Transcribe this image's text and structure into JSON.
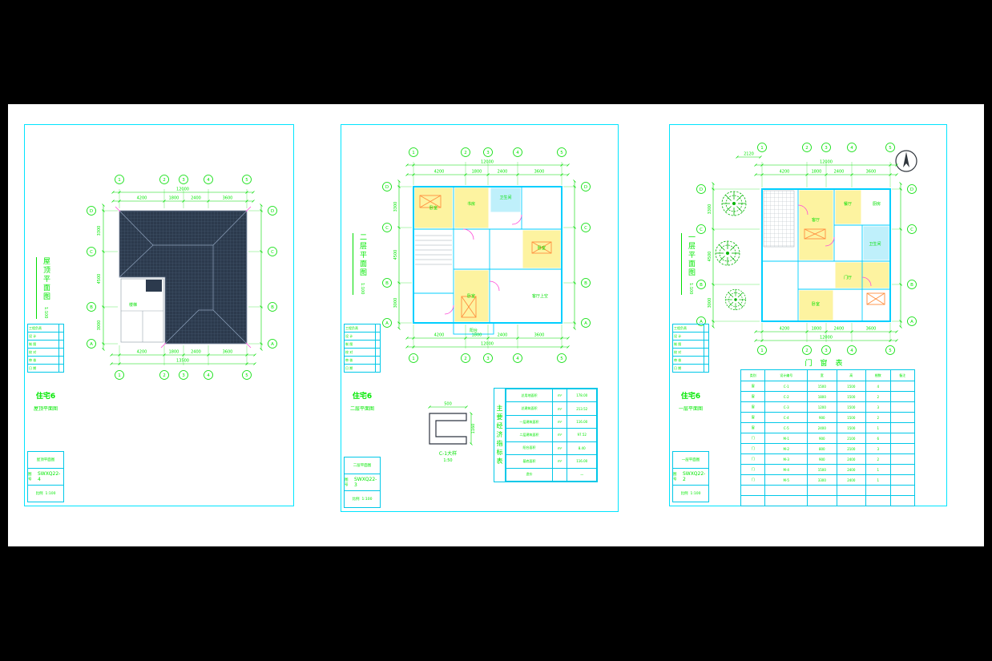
{
  "page": {
    "background": "#000000",
    "paper": "#ffffff"
  },
  "colors": {
    "frame": "#00e5ff",
    "grid": "#00c8e8",
    "dimension": "#00dd00",
    "text_green": "#00e800",
    "wall": "#00cfff",
    "roof_fill": "#2c3a4d",
    "room_yellow": "#fdf3a0",
    "room_cyan": "#bff0fb",
    "door_magenta": "#ff4bd8",
    "furniture_orange": "#ff9040",
    "tree_green": "#00b400"
  },
  "sheets": [
    {
      "doc_no": "SWXQ22-4",
      "project": "住宅6",
      "drawing_title": "屋顶平面图",
      "plan_label": "屋顶平面图",
      "scale": "1:100",
      "stair_label": "楼梯",
      "axes_top": [
        "1",
        "2",
        "3",
        "4",
        "5"
      ],
      "axes_bottom": [
        "1",
        "2",
        "3",
        "4",
        "5"
      ],
      "axes_left": [
        "D",
        "C",
        "B",
        "A"
      ],
      "axes_right": [
        "D",
        "C",
        "B",
        "A"
      ],
      "dims_top": [
        "4200",
        "1800",
        "2400",
        "3600"
      ],
      "dim_top_total": "12000",
      "dims_left": [
        "3300",
        "4500",
        "3000"
      ],
      "dims_bottom": [
        "4200",
        "1800",
        "2400",
        "3600"
      ],
      "dim_bottom_total": "13500",
      "revision_rows": [
        [
          "工程负责",
          ""
        ],
        [
          "设 计",
          ""
        ],
        [
          "制 图",
          ""
        ],
        [
          "校 对",
          ""
        ],
        [
          "审 核",
          ""
        ],
        [
          "日 期",
          ""
        ]
      ],
      "titleblock": {
        "no_label": "图号",
        "scale_label": "比例"
      }
    },
    {
      "doc_no": "SWXQ22-3",
      "project": "住宅6",
      "drawing_title": "二层平面图",
      "plan_label": "二层平面图",
      "scale": "1:100",
      "axes_top": [
        "1",
        "2",
        "3",
        "4",
        "5"
      ],
      "axes_bottom": [
        "1",
        "2",
        "3",
        "4",
        "5"
      ],
      "axes_left": [
        "D",
        "C",
        "B",
        "A"
      ],
      "axes_right": [
        "D",
        "C",
        "B",
        "A"
      ],
      "dims_top": [
        "4200",
        "1800",
        "2400",
        "3600"
      ],
      "dim_top_total": "12000",
      "dims_left": [
        "3300",
        "4500",
        "3000"
      ],
      "dims_bottom": [
        "4200",
        "1800",
        "2400",
        "3600"
      ],
      "dim_bottom_total": "12000",
      "rooms": [
        "卧室",
        "书房",
        "卫生间",
        "卧室",
        "卧室",
        "客厅上空",
        "阳台"
      ],
      "detail": {
        "label": "C-1大样",
        "scale": "1:50",
        "dim_width": "500",
        "dim_height": "1160"
      },
      "econ_table": {
        "title": "主要经济指标表",
        "rows": [
          [
            "总用地面积",
            "m²",
            "178.00"
          ],
          [
            "总建筑面积",
            "m²",
            "213.52"
          ],
          [
            "一层建筑面积",
            "m²",
            "116.00"
          ],
          [
            "二层建筑面积",
            "m²",
            "97.52"
          ],
          [
            "阳台面积",
            "m²",
            "8.40"
          ],
          [
            "基底面积",
            "m²",
            "116.00"
          ],
          [
            "造价",
            "",
            "—"
          ]
        ]
      },
      "revision_rows": [
        [
          "工程负责",
          ""
        ],
        [
          "设 计",
          ""
        ],
        [
          "制 图",
          ""
        ],
        [
          "校 对",
          ""
        ],
        [
          "审 核",
          ""
        ],
        [
          "日 期",
          ""
        ]
      ],
      "titleblock": {
        "no_label": "图号",
        "scale_label": "比例"
      }
    },
    {
      "doc_no": "SWXQ22-2",
      "project": "住宅6",
      "drawing_title": "一层平面图",
      "plan_label": "一层平面图",
      "scale": "1:100",
      "axes_top": [
        "1",
        "2",
        "3",
        "4",
        "5"
      ],
      "axes_bottom": [
        "1",
        "2",
        "3",
        "4",
        "5"
      ],
      "axes_left": [
        "D",
        "C",
        "B",
        "A"
      ],
      "axes_right": [
        "D",
        "C",
        "B",
        "A"
      ],
      "dims_top": [
        "4200",
        "1800",
        "2400",
        "3600"
      ],
      "dim_top_total": "12000",
      "dim_extra": "2120",
      "dims_left": [
        "3300",
        "4500",
        "3000"
      ],
      "dims_bottom": [
        "4200",
        "1800",
        "2400",
        "3600"
      ],
      "dim_bottom_total": "12000",
      "rooms": [
        "客厅",
        "餐厅",
        "厨房",
        "卫生间",
        "卧室",
        "门厅"
      ],
      "schedule": {
        "title": "门窗表",
        "headers": [
          "类别",
          "设计编号",
          "宽",
          "高",
          "樘数",
          "备注"
        ],
        "rows": [
          [
            "窗",
            "C-1",
            "1500",
            "1500",
            "4",
            ""
          ],
          [
            "窗",
            "C-2",
            "1800",
            "1500",
            "2",
            ""
          ],
          [
            "窗",
            "C-3",
            "1200",
            "1500",
            "3",
            ""
          ],
          [
            "窗",
            "C-4",
            "900",
            "1500",
            "2",
            ""
          ],
          [
            "窗",
            "C-5",
            "2400",
            "1500",
            "1",
            ""
          ],
          [
            "门",
            "M-1",
            "900",
            "2100",
            "6",
            ""
          ],
          [
            "门",
            "M-2",
            "800",
            "2100",
            "3",
            ""
          ],
          [
            "门",
            "M-3",
            "900",
            "2400",
            "2",
            ""
          ],
          [
            "门",
            "M-4",
            "1500",
            "2400",
            "1",
            ""
          ],
          [
            "门",
            "M-5",
            "3300",
            "2400",
            "1",
            ""
          ],
          [
            "",
            "",
            "",
            "",
            "",
            ""
          ],
          [
            "",
            "",
            "",
            "",
            "",
            ""
          ]
        ]
      },
      "revision_rows": [
        [
          "工程负责",
          ""
        ],
        [
          "设 计",
          ""
        ],
        [
          "制 图",
          ""
        ],
        [
          "校 对",
          ""
        ],
        [
          "审 核",
          ""
        ],
        [
          "日 期",
          ""
        ]
      ],
      "titleblock": {
        "no_label": "图号",
        "scale_label": "比例"
      }
    }
  ]
}
